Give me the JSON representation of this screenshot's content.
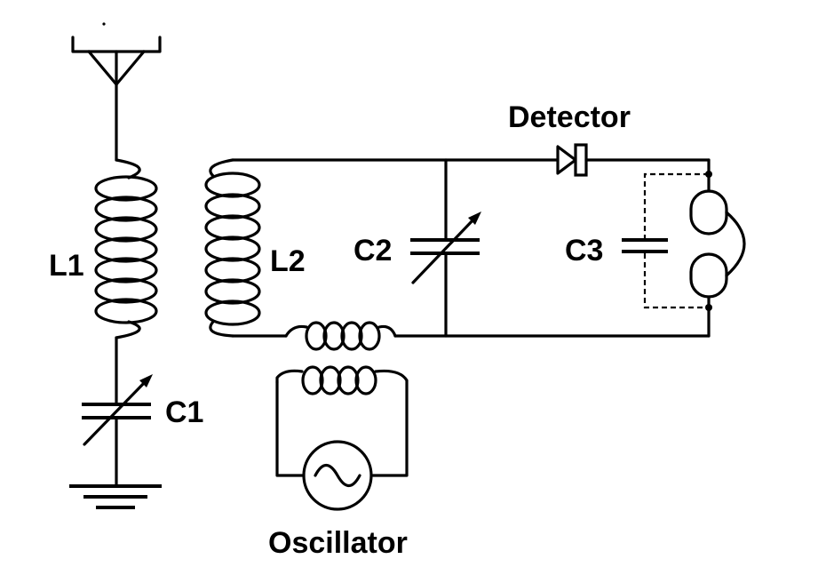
{
  "labels": {
    "l1": "L1",
    "l2": "L2",
    "c1": "C1",
    "c2": "C2",
    "c3": "C3",
    "detector": "Detector",
    "oscillator": "Oscillator"
  },
  "colors": {
    "ink": "#000000",
    "background": "#ffffff"
  }
}
